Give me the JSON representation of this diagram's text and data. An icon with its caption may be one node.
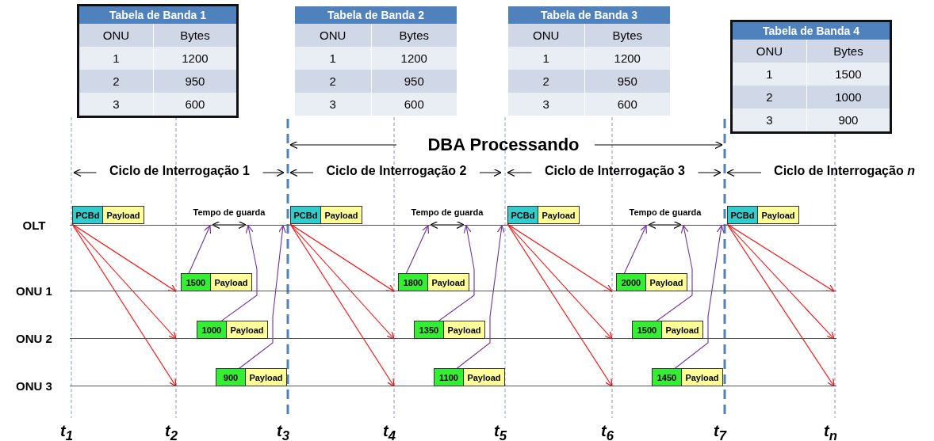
{
  "diagram": {
    "nodes": [
      {
        "text": [
          "PCBd",
          "Payload"
        ]
      },
      {
        "text": [
          "PCBd",
          "Payload"
        ]
      },
      {
        "text": [
          "PCBd",
          "Payload"
        ]
      },
      {
        "text": [
          "PCBd",
          "Payload"
        ]
      },
      {
        "text": [
          "1500",
          "Payload"
        ]
      },
      {
        "text": [
          "1000",
          "Payload"
        ]
      },
      {
        "text": [
          "900",
          "Payload"
        ]
      },
      {
        "text": [
          "1800",
          "Payload"
        ]
      },
      {
        "text": [
          "1350",
          "Payload"
        ]
      },
      {
        "text": [
          "1100",
          "Payload"
        ]
      },
      {
        "text": [
          "2000",
          "Payload"
        ]
      },
      {
        "text": [
          "1500",
          "Payload"
        ]
      },
      {
        "text": [
          "1450",
          "Payload"
        ]
      },
      {
        "text": [
          "OLT"
        ]
      },
      {
        "text": [
          "ONU 1"
        ]
      },
      {
        "text": [
          "ONU 2"
        ]
      },
      {
        "text": [
          "ONU 3"
        ]
      }
    ],
    "edges": [
      {
        "from": 0,
        "to": 14,
        "arrow": "to"
      },
      {
        "from": 0,
        "to": 15,
        "arrow": "to"
      },
      {
        "from": 0,
        "to": 16,
        "arrow": "to"
      },
      {
        "from": 1,
        "to": 14,
        "arrow": "to"
      },
      {
        "from": 1,
        "to": 15,
        "arrow": "to"
      },
      {
        "from": 1,
        "to": 16,
        "arrow": "to"
      },
      {
        "from": 2,
        "to": 14,
        "arrow": "to"
      },
      {
        "from": 2,
        "to": 15,
        "arrow": "to"
      },
      {
        "from": 2,
        "to": 16,
        "arrow": "to"
      },
      {
        "from": 3,
        "to": 14,
        "arrow": "to"
      },
      {
        "from": 3,
        "to": 15,
        "arrow": "to"
      },
      {
        "from": 3,
        "to": 16,
        "arrow": "to"
      },
      {
        "from": 4,
        "to": 13,
        "arrow": "to",
        "color": "#7030a0"
      },
      {
        "from": 5,
        "to": 13,
        "arrow": "to",
        "color": "#7030a0"
      },
      {
        "from": 6,
        "to": 13,
        "arrow": "to",
        "color": "#7030a0"
      },
      {
        "from": 7,
        "to": 13,
        "arrow": "to",
        "color": "#7030a0"
      },
      {
        "from": 8,
        "to": 13,
        "arrow": "to",
        "color": "#7030a0"
      },
      {
        "from": 9,
        "to": 13,
        "arrow": "to",
        "color": "#7030a0"
      },
      {
        "from": 10,
        "to": 13,
        "arrow": "to",
        "color": "#7030a0"
      },
      {
        "from": 11,
        "to": 13,
        "arrow": "to",
        "color": "#7030a0"
      },
      {
        "from": 12,
        "to": 13,
        "arrow": "to",
        "color": "#7030a0"
      }
    ],
    "labels": [
      "Tabela de Banda 1",
      "ONU",
      "Bytes",
      "1",
      "1200",
      "2",
      "950",
      "3",
      "600",
      "Tabela de Banda 2",
      "ONU",
      "Bytes",
      "1",
      "1200",
      "2",
      "950",
      "3",
      "600",
      "Tabela de Banda 3",
      "ONU",
      "Bytes",
      "1",
      "1200",
      "2",
      "950",
      "3",
      "600",
      "Tabela de Banda 4",
      "ONU",
      "Bytes",
      "1",
      "1500",
      "2",
      "1000",
      "3",
      "900",
      "DBA Processando",
      "Ciclo de Interrogação 1",
      "Ciclo de Interrogação 2",
      "Ciclo de Interrogação 3",
      "Ciclo de Interrogação *n*",
      "Tempo de guarda",
      "Tempo de guarda",
      "Tempo de guarda",
      "t$_{1}$",
      "t$_{2}$",
      "t$_{3}$",
      "t$_{4}$",
      "t$_{5}$",
      "t$_{6}$",
      "t$_{7}$",
      "t$_{n}$"
    ]
  }
}
